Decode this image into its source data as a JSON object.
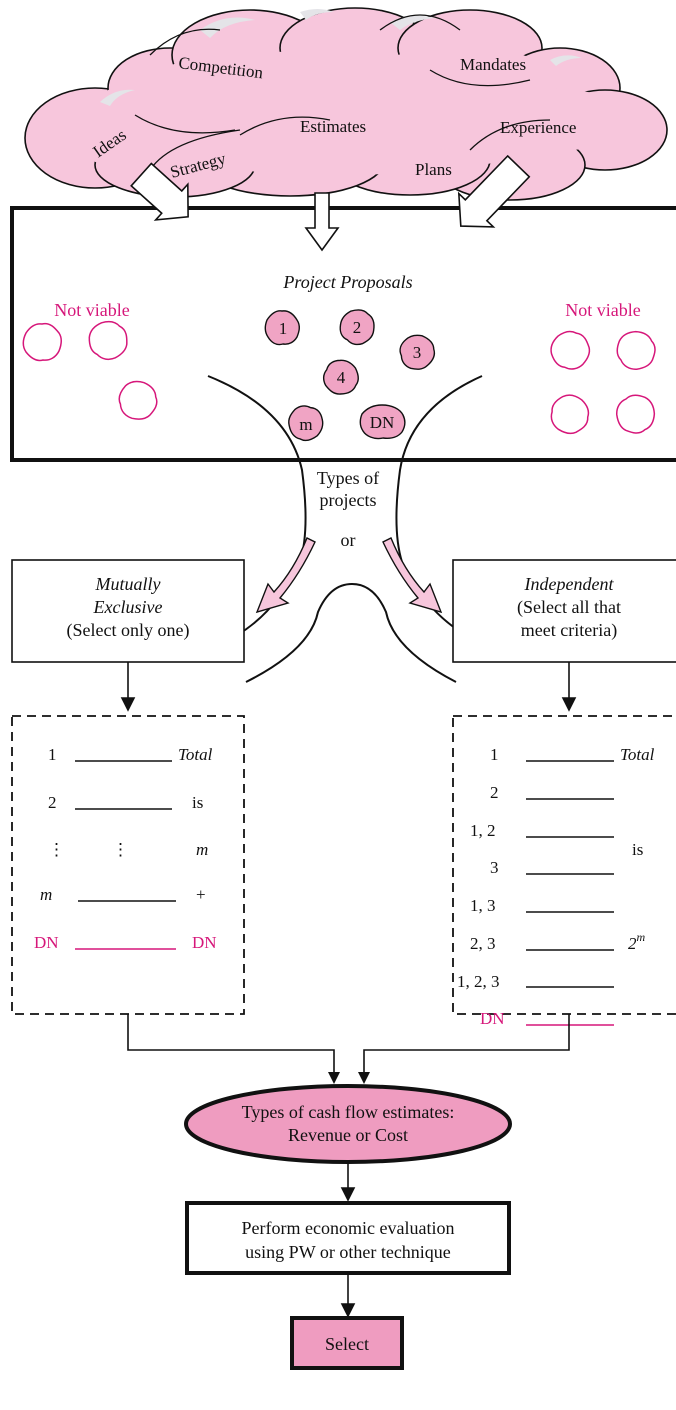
{
  "cloud": {
    "words": [
      "Competition",
      "Mandates",
      "Ideas",
      "Estimates",
      "Experience",
      "Strategy",
      "Plans"
    ]
  },
  "proposals": {
    "title": "Project Proposals",
    "not_viable_left": "Not viable",
    "not_viable_right": "Not viable",
    "items": [
      "1",
      "2",
      "3",
      "4",
      "m",
      "DN"
    ]
  },
  "types": {
    "line1": "Types of",
    "line2": "projects",
    "or": "or"
  },
  "mutually_exclusive": {
    "line1": "Mutually",
    "line2": "Exclusive",
    "line3": "(Select only one)",
    "rows": [
      {
        "label": "1",
        "note": "Total"
      },
      {
        "label": "2",
        "note": "is"
      },
      {
        "label": "⋮",
        "mid": "⋮",
        "note": "m"
      },
      {
        "label": "m",
        "note": "+"
      },
      {
        "label": "DN",
        "note": "DN"
      }
    ]
  },
  "independent": {
    "line1": "Independent",
    "line2": "(Select all that",
    "line3": "meet criteria)",
    "rows": [
      "1",
      "2",
      "1, 2",
      "3",
      "1, 3",
      "2, 3",
      "1, 2, 3",
      "DN"
    ],
    "note_total": "Total",
    "note_is": "is",
    "note_base": "2",
    "note_exp": "m"
  },
  "cash_flow": {
    "line1": "Types of cash flow estimates:",
    "line2": "Revenue or Cost"
  },
  "evaluation": {
    "line1": "Perform economic evaluation",
    "line2": "using PW or other technique"
  },
  "select": {
    "label": "Select"
  },
  "colors": {
    "pink_fill": "#f7c6dc",
    "blob_fill": "#f0a4c4",
    "ellipse_fill": "#ef9cc0",
    "magenta": "#d6177a",
    "stroke": "#111111"
  }
}
